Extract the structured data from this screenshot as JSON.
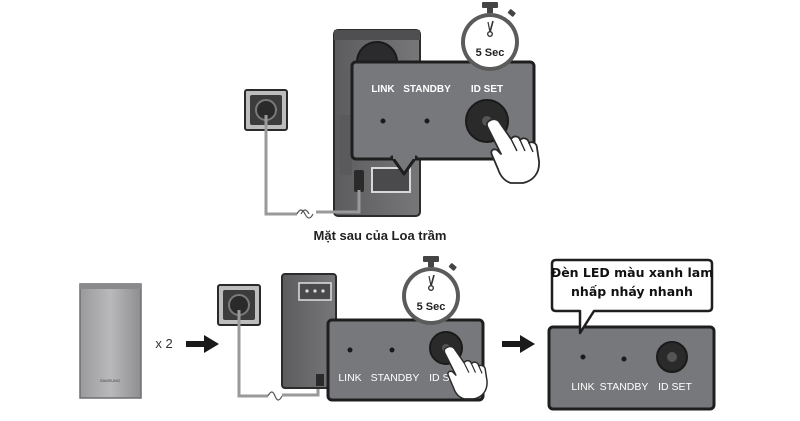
{
  "top": {
    "caption": "Mặt sau của Loa trầm",
    "timer_label": "5 Sec",
    "panel": {
      "link_label": "LINK",
      "standby_label": "STANDBY",
      "idset_label": "ID SET"
    }
  },
  "bottom": {
    "multiplier_label": "x 2",
    "timer_label": "5 Sec",
    "speaker_brand": "SAMSUNG",
    "panel": {
      "link_label": "LINK",
      "standby_label": "STANDBY",
      "idset_label": "ID SET"
    },
    "result_panel": {
      "link_label": "LINK",
      "standby_label": "STANDBY",
      "idset_label": "ID SET"
    },
    "callout_line1": "Đèn LED màu xanh lam",
    "callout_line2": "nhấp nháy nhanh"
  },
  "icons": [
    "wall-outlet-icon",
    "stopwatch-icon",
    "hand-pointer-icon",
    "arrow-right-icon"
  ],
  "colors": {
    "panel": "#77787b",
    "panel_border": "#1e1e1e",
    "device": "#6a6a6d",
    "cable": "#9a9a9a"
  }
}
